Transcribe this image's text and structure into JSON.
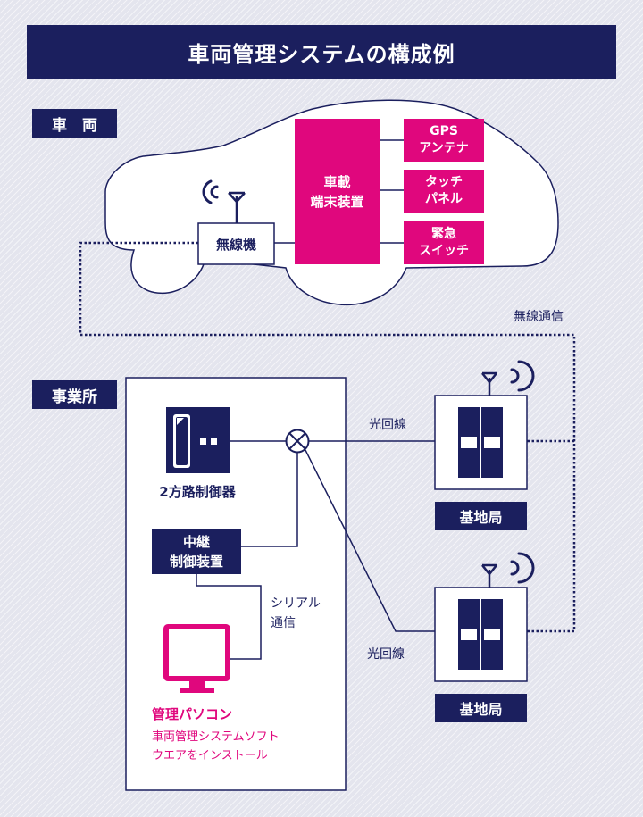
{
  "title": "車両管理システムの構成例",
  "sections": {
    "vehicle": "車　両",
    "office": "事業所"
  },
  "vehicle": {
    "radio": "無線機",
    "terminal": [
      "車載",
      "端末装置"
    ],
    "gps": [
      "GPS",
      "アンテナ"
    ],
    "touch": [
      "タッチ",
      "パネル"
    ],
    "emergency": [
      "緊急",
      "スイッチ"
    ]
  },
  "wireless_label": "無線通信",
  "office": {
    "controller": "2方路制御器",
    "relay": [
      "中継",
      "制御装置"
    ],
    "serial": [
      "シリアル",
      "通信"
    ],
    "pc_title": "管理パソコン",
    "pc_note": [
      "車両管理システムソフト",
      "ウエアをインストール"
    ]
  },
  "fiber_label": "光回線",
  "base_station_label": "基地局",
  "colors": {
    "navy": "#1b1f5e",
    "magenta": "#e0077d"
  },
  "icons": [
    "antenna-icon",
    "radio-waves-icon",
    "monitor-icon",
    "junction-icon"
  ]
}
